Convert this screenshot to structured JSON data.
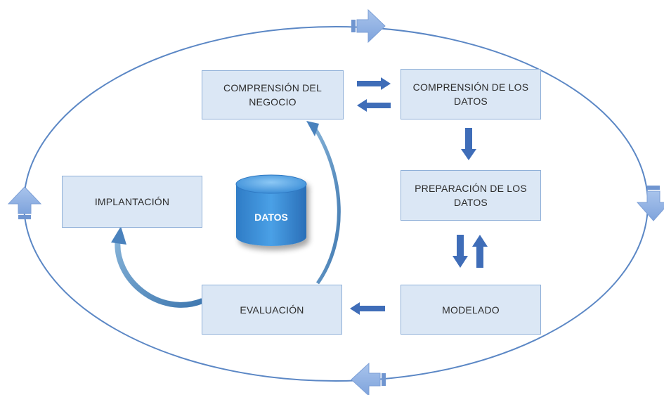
{
  "boxes": {
    "business_understanding": "COMPRENSIÓN DEL NEGOCIO",
    "data_understanding": "COMPRENSIÓN DE LOS DATOS",
    "data_preparation": "PREPARACIÓN DE LOS DATOS",
    "modeling": "MODELADO",
    "evaluation": "EVALUACIÓN",
    "deployment": "IMPLANTACIÓN"
  },
  "database": {
    "label": "DATOS"
  },
  "colors": {
    "box_fill": "#dbe7f5",
    "box_border": "#8fb0d8",
    "arrow_dark": "#3f6db8",
    "cycle_line": "#5b87c5",
    "cycle_arrow": "#8fb0e3",
    "database": "#3a88cf"
  }
}
